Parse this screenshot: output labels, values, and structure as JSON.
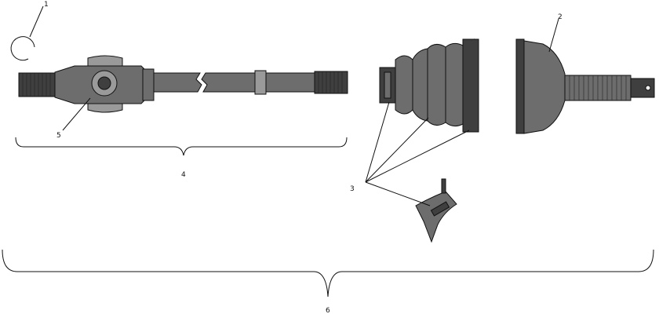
{
  "callouts": {
    "c1": "1",
    "c2": "2",
    "c3": "3",
    "c4": "4",
    "c5": "5",
    "c6": "6"
  },
  "colors": {
    "part_fill": "#6d6d6d",
    "part_dark": "#3f3f3f",
    "part_light": "#9a9a9a",
    "line": "#111111",
    "background": "#ffffff"
  }
}
